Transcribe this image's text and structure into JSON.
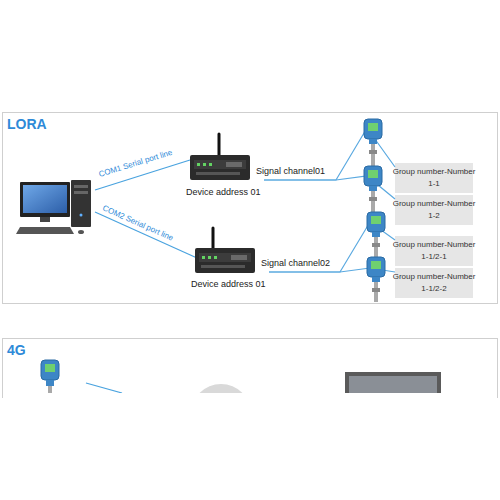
{
  "diagram": {
    "nodes": [
      {
        "text": [
          "LORA"
        ]
      },
      {
        "text": [
          "Device address 01"
        ],
        "in": 0
      },
      {
        "text": [
          "Device address 01"
        ],
        "in": 0
      },
      {
        "text": [
          "Group number-Number",
          "1-1"
        ],
        "in": 0
      },
      {
        "text": [
          "Group number-Number",
          "1-2"
        ],
        "in": 0
      },
      {
        "text": [
          "Group number-Number",
          "1-1/2-1"
        ],
        "in": 0
      },
      {
        "text": [
          "Group number-Number",
          "1-1/2-2"
        ],
        "in": 0
      },
      {
        "text": [
          "4G"
        ]
      }
    ],
    "edges": [
      {
        "from": 1,
        "to": 3,
        "arrow": "none"
      },
      {
        "from": 1,
        "to": 4,
        "arrow": "none"
      },
      {
        "from": 2,
        "to": 5,
        "arrow": "none"
      },
      {
        "from": 2,
        "to": 6,
        "arrow": "none"
      }
    ],
    "labels": [
      "COM1 Serial port line",
      "COM2 Serial port line",
      "Signal channel01",
      "Signal channel02"
    ]
  }
}
